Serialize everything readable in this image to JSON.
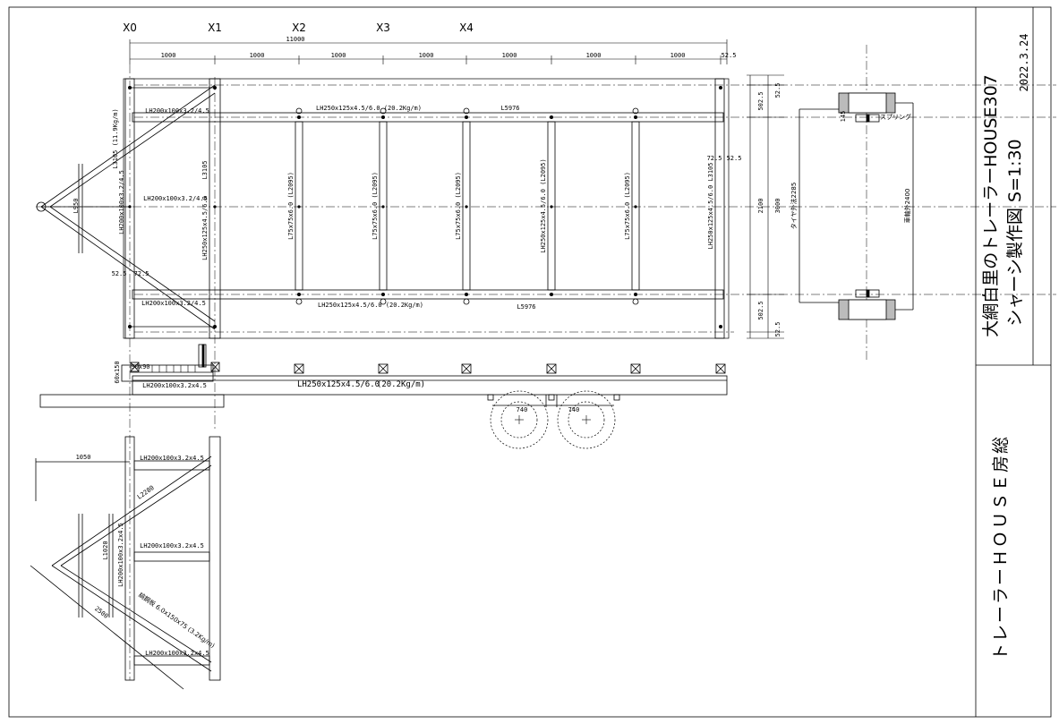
{
  "title_block": {
    "date": "2022.3.24",
    "project": "大網白里のトレーラーHOUSE307",
    "drawing": "シャーシ製作図 S=1:30",
    "client": "トレーラーＨＯＵＳＥ房総"
  },
  "grid_lines": [
    "X0",
    "X1",
    "X2",
    "X3",
    "X4"
  ],
  "top_dims": {
    "total": "11000",
    "span": "1000",
    "end": "52.5"
  },
  "plan_labels": {
    "beam_top": "LH250x125x4.5/6.0 (20.2Kg/m)",
    "beam_bottom": "LH250x125x4.5/6.0 (20.2Kg/m)",
    "L5976": "L5976",
    "hitch_top": "LH200x100x3.2/4.5",
    "hitch_mid": "LH200x100x3.2/4.5",
    "hitch_bottom": "LH200x100x3.2/4.5",
    "hitch_diag": "L3105 (11.9Kg/m)",
    "hitch_vert": "LH200x100x3.2/4.5",
    "L3105": "L3105",
    "lh_vert1": "LH250x125x4.5/6.0",
    "lh_vert2": "LH250x125x4.5/6.0 (L2095)",
    "lh_vert_end": "LH250x125x4.5/6.0 L3105",
    "l75": "L75x75x6.0 (L2095)",
    "L950": "L950",
    "d525a": "52.5",
    "d725a": "72.5",
    "d725b": "72.5",
    "d525b": "52.5"
  },
  "right_dims": {
    "d5025a": "502.5",
    "d525a": "52.5",
    "d2100": "2100",
    "d3000": "3000",
    "d5025b": "502.5",
    "d525b": "52.5"
  },
  "axle_view": {
    "spring": "スプリング",
    "d145": "145",
    "tire_width": "タイヤ外法2285",
    "axle_len": "車軸外2400"
  },
  "side_view": {
    "beam": "LH250x125x4.5/6.0",
    "weight": "(20.2Kg/m)",
    "hitch_beam": "LH200x100x3.2x4.5",
    "post": "90x90",
    "d60x150": "60x150",
    "wheel_dim": "740"
  },
  "hitch_detail": {
    "d1050": "1050",
    "lh1": "LH200x100x3.2x4.5",
    "l2280": "L2280",
    "lh2": "LH200x100x3.2x4.5",
    "l1020": "L1020",
    "lh_vert": "LH200x100x3.2x4.5",
    "plate": "縞鋼板 6.0x150x75 (3.2Kg/m)",
    "d2500": "2500",
    "lh3": "LH200x100x3.2x4.5"
  }
}
